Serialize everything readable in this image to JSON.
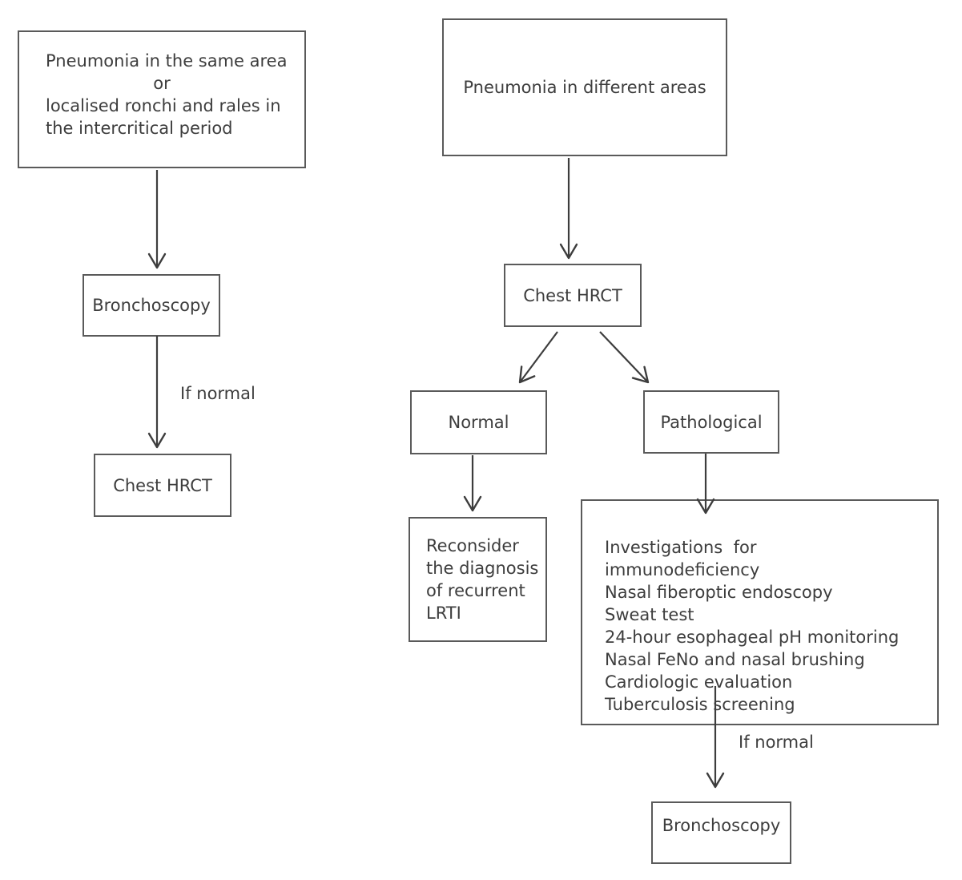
{
  "colors": {
    "background": "#ffffff",
    "border": "#5a5a5a",
    "text": "#3d3d3d",
    "arrow": "#3d3d3d"
  },
  "nodes": {
    "same_area": {
      "lines": [
        "Pneumonia in the same area",
        "or",
        "localised ronchi and rales in",
        "the intercritical period"
      ]
    },
    "bronchoscopy_left": {
      "label": "Bronchoscopy"
    },
    "chest_hrct_left": {
      "label": "Chest HRCT"
    },
    "different_areas": {
      "label": "Pneumonia in different areas"
    },
    "chest_hrct_right": {
      "label": "Chest HRCT"
    },
    "normal": {
      "label": "Normal"
    },
    "pathological": {
      "label": "Pathological"
    },
    "reconsider": {
      "lines": [
        "Reconsider",
        "the diagnosis",
        "of recurrent",
        "LRTI"
      ]
    },
    "investigations": {
      "lines": [
        "Investigations  for",
        "immunodeficiency",
        "Nasal fiberoptic endoscopy",
        "Sweat test",
        "24-hour esophageal pH monitoring",
        "Nasal FeNo and nasal brushing",
        "Cardiologic evaluation",
        "Tuberculosis screening"
      ]
    },
    "bronchoscopy_right": {
      "label": "Bronchoscopy"
    }
  },
  "edges": [
    {
      "from": "same_area",
      "to": "bronchoscopy_left"
    },
    {
      "from": "bronchoscopy_left",
      "to": "chest_hrct_left",
      "label": "If normal"
    },
    {
      "from": "different_areas",
      "to": "chest_hrct_right"
    },
    {
      "from": "chest_hrct_right",
      "to": "normal"
    },
    {
      "from": "chest_hrct_right",
      "to": "pathological"
    },
    {
      "from": "normal",
      "to": "reconsider"
    },
    {
      "from": "pathological",
      "to": "investigations"
    },
    {
      "from": "investigations",
      "to": "bronchoscopy_right",
      "label": "If normal"
    }
  ]
}
